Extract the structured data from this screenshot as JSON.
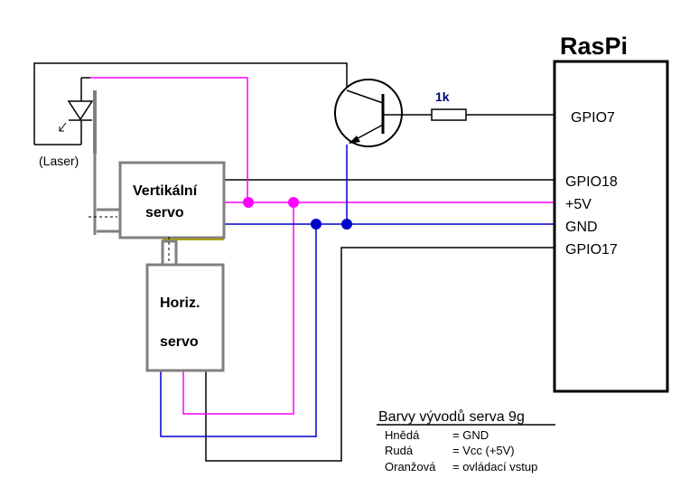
{
  "raspi": {
    "title": "RasPi",
    "pins": [
      "GPIO7",
      "GPIO18",
      "+5V",
      "GND",
      "GPIO17"
    ]
  },
  "resistor": {
    "label": "1k"
  },
  "laser": {
    "label": "(Laser)"
  },
  "vertical_servo": {
    "line1": "Vertikální",
    "line2": "servo"
  },
  "horizontal_servo": {
    "line1": "Horiz.",
    "line2": "servo"
  },
  "legend": {
    "title": "Barvy vývodů serva 9g",
    "rows": [
      {
        "name": "Hnědá",
        "value": "= GND"
      },
      {
        "name": "Rudá",
        "value": "= Vcc (+5V)"
      },
      {
        "name": "Oranžová",
        "value": "= ovládací vstup"
      }
    ]
  },
  "colors": {
    "signal": "#000000",
    "power": "#ff00ff",
    "ground": "#0000cc",
    "box_border": "#808080"
  }
}
